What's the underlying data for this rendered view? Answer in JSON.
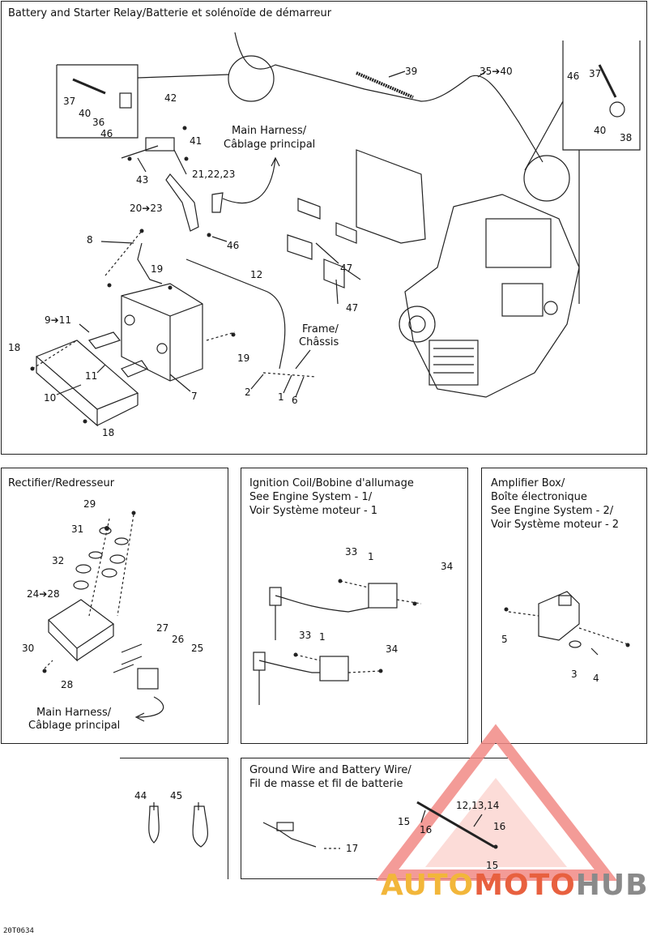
{
  "panels": {
    "battery": {
      "title": "Battery and Starter Relay/Batterie et solénoïde de démarreur"
    },
    "rectifier": {
      "title": "Rectifier/Redresseur"
    },
    "ignition": {
      "title_1": "Ignition Coil/Bobine d'allumage",
      "title_2": "See Engine System - 1/",
      "title_3": "Voir Système moteur - 1"
    },
    "amplifier": {
      "title_1": "Amplifier Box/",
      "title_2": "Boîte électronique",
      "title_3": "See Engine System - 2/",
      "title_4": "Voir Système moteur - 2"
    },
    "ground": {
      "title_1": "Ground Wire and Battery Wire/",
      "title_2": "Fil de masse et fil de batterie"
    }
  },
  "labels": {
    "main_harness_1": "Main Harness/",
    "main_harness_2": "Câblage principal",
    "frame_1": "Frame/",
    "frame_2": "Châssis"
  },
  "callouts": {
    "battery": [
      "39",
      "35➔40",
      "37",
      "40",
      "36",
      "46",
      "42",
      "41",
      "43",
      "46",
      "37",
      "40",
      "38",
      "21,22,23",
      "20➔23",
      "46",
      "8",
      "47",
      "47",
      "19",
      "12",
      "9➔11",
      "18",
      "11",
      "10",
      "7",
      "19",
      "2",
      "1",
      "6",
      "18"
    ],
    "rectifier": [
      "29",
      "31",
      "32",
      "24➔28",
      "30",
      "27",
      "26",
      "25",
      "28"
    ],
    "ignition": [
      "33",
      "1",
      "34",
      "33",
      "1",
      "34"
    ],
    "amplifier": [
      "5",
      "3",
      "4"
    ],
    "clamps": [
      "44",
      "45"
    ],
    "ground": [
      "17",
      "15",
      "16",
      "12,13,14",
      "16",
      "15"
    ]
  },
  "figure_code": "20T0634",
  "watermark": {
    "part1": "AUTO",
    "part2": "MOTO",
    "part3": "HUB"
  },
  "colors": {
    "line": "#222222",
    "watermark_yellow": "#f2b63a",
    "watermark_red": "#e8603f",
    "watermark_gray": "#8a8a8a"
  }
}
